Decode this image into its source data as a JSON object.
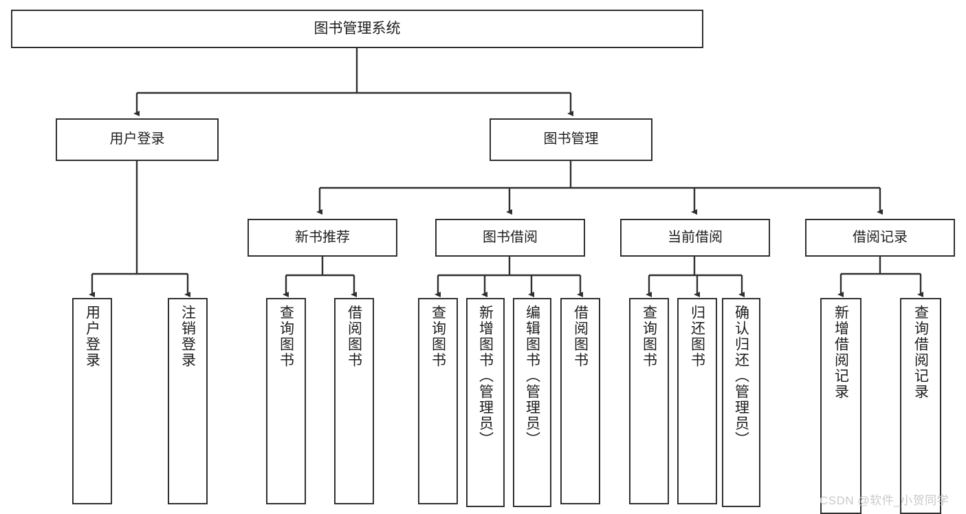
{
  "diagram": {
    "title": "图书管理系统",
    "type": "hierarchy-tree",
    "background_color": "#ffffff",
    "border_color": "#2f2f2f",
    "text_color": "#1d1d1d",
    "root": {
      "label": "图书管理系统"
    },
    "level2": [
      {
        "label": "用户登录"
      },
      {
        "label": "图书管理"
      }
    ],
    "level3": [
      {
        "label": "新书推荐"
      },
      {
        "label": "图书借阅"
      },
      {
        "label": "当前借阅"
      },
      {
        "label": "借阅记录"
      }
    ],
    "leaves": {
      "user_login": [
        {
          "label": "用户登录"
        },
        {
          "label": "注销登录"
        }
      ],
      "new_book_recommend": [
        {
          "label": "查询图书"
        },
        {
          "label": "借阅图书"
        }
      ],
      "book_borrow": [
        {
          "label": "查询图书"
        },
        {
          "label": "新增图书（管理员）"
        },
        {
          "label": "编辑图书（管理员）"
        },
        {
          "label": "借阅图书"
        }
      ],
      "current_borrow": [
        {
          "label": "查询图书"
        },
        {
          "label": "归还图书"
        },
        {
          "label": "确认归还（管理员）"
        }
      ],
      "borrow_records": [
        {
          "label": "新增借阅记录"
        },
        {
          "label": "查询借阅记录"
        }
      ]
    }
  },
  "watermark": {
    "text": "CSDN @软件_小贺同学"
  }
}
